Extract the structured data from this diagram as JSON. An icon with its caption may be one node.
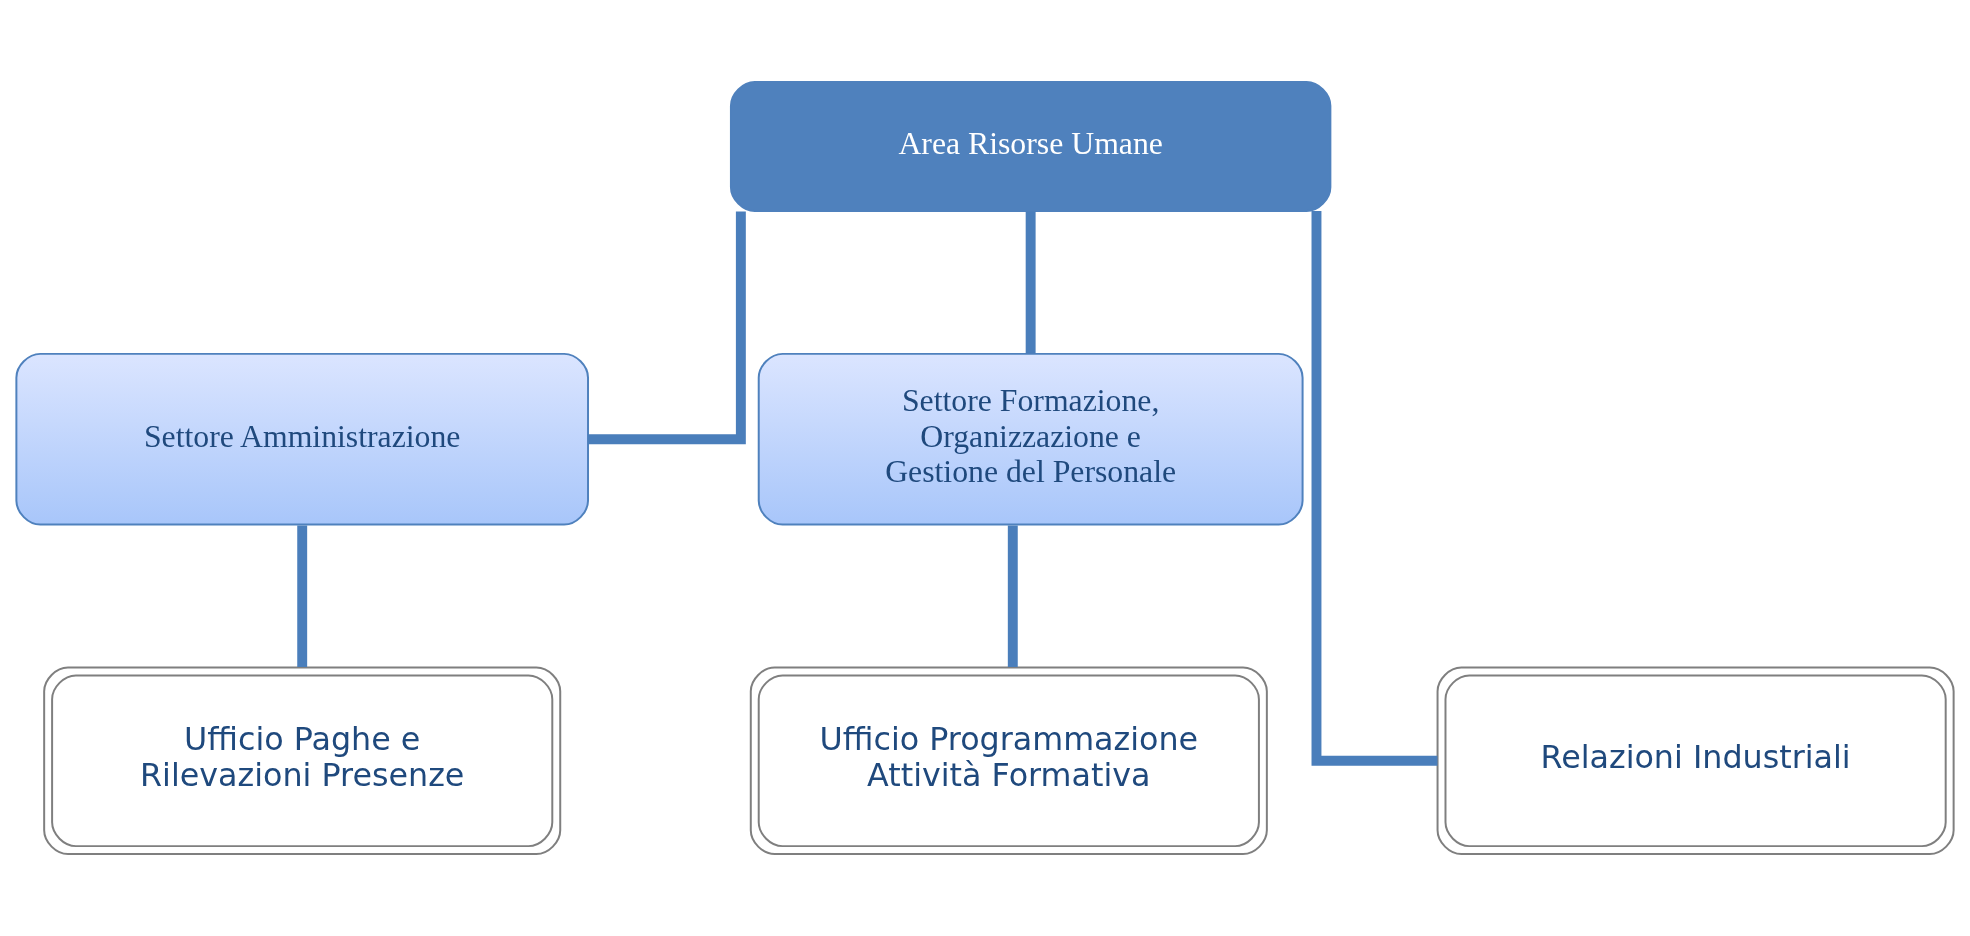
{
  "diagram": {
    "nodes": [
      {
        "text": [
          "Area Risorse Umane"
        ]
      },
      {
        "text": [
          "Settore Amministrazione"
        ]
      },
      {
        "text": [
          "Settore Formazione, Organizzazione e Gestione del Personale"
        ]
      },
      {
        "text": [
          "Ufficio Paghe e Rilevazioni Presenze"
        ]
      },
      {
        "text": [
          "Ufficio Programmazione Attività Formativa"
        ]
      },
      {
        "text": [
          "Relazioni Industriali"
        ]
      }
    ],
    "edges": [
      {
        "from": 0,
        "to": 1,
        "arrow": "none"
      },
      {
        "from": 0,
        "to": 2,
        "arrow": "none"
      },
      {
        "from": 0,
        "to": 5,
        "arrow": "none"
      },
      {
        "from": 1,
        "to": 3,
        "arrow": "none"
      },
      {
        "from": 2,
        "to": 4,
        "arrow": "none"
      }
    ]
  }
}
